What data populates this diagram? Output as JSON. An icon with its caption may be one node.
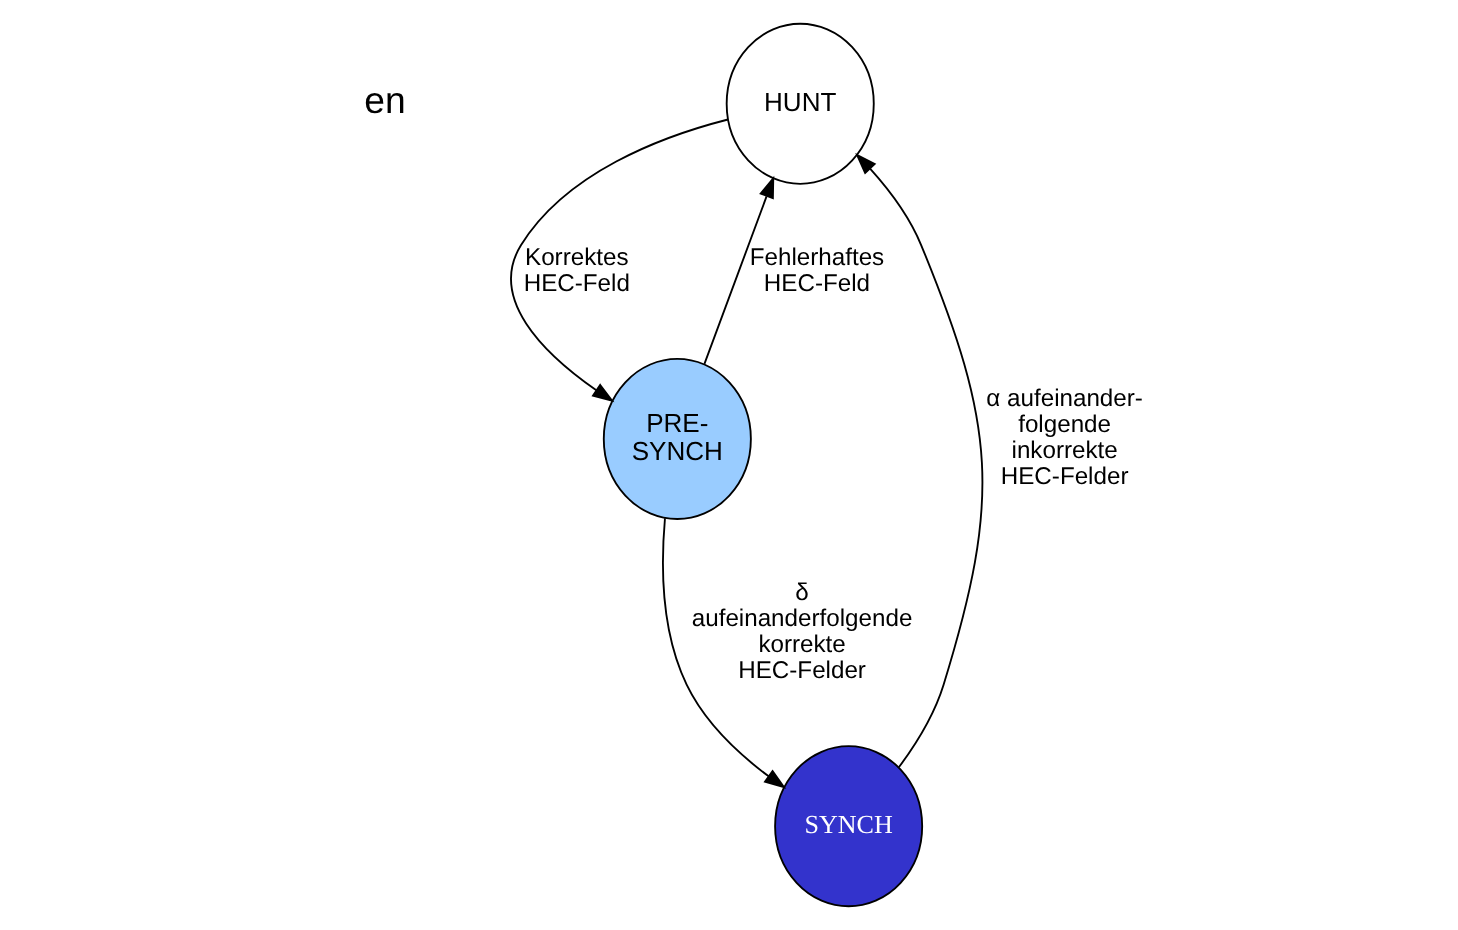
{
  "diagram": {
    "nodes": [
      {
        "text": [
          "HUNT"
        ]
      },
      {
        "text": [
          "PRE- SYNCH"
        ]
      },
      {
        "text": [
          "SYNCH"
        ]
      }
    ],
    "edges": [
      {
        "from": 0,
        "to": 1,
        "arrow": "to",
        "label": "Korrektes HEC-Feld"
      },
      {
        "from": 1,
        "to": 0,
        "arrow": "to",
        "label": "Fehlerhaftes HEC-Feld"
      },
      {
        "from": 1,
        "to": 2,
        "arrow": "to",
        "label": "δ aufeinanderfolgende korrekte HEC-Felder"
      },
      {
        "from": 2,
        "to": 0,
        "arrow": "to",
        "label": "α aufeinander- folgende inkorrekte HEC-Felder"
      }
    ],
    "labels": [
      "en"
    ]
  }
}
